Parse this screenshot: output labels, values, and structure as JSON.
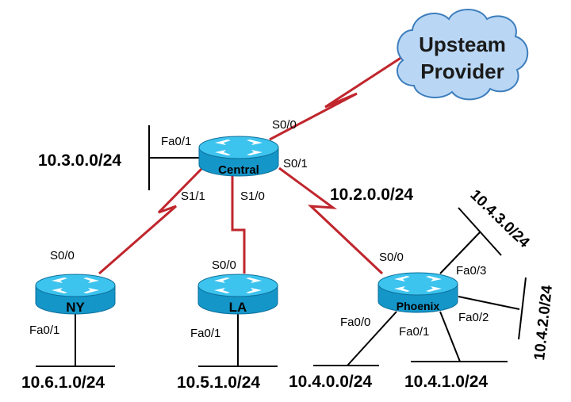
{
  "cloud": {
    "line1": "Upsteam",
    "line2": "Provider"
  },
  "routers": {
    "central": {
      "name": "Central",
      "ports": {
        "fa0_1": "Fa0/1",
        "s0_0": "S0/0",
        "s0_1": "S0/1",
        "s1_1": "S1/1",
        "s1_0": "S1/0"
      }
    },
    "ny": {
      "name": "NY",
      "ports": {
        "s0_0": "S0/0",
        "fa0_1": "Fa0/1"
      }
    },
    "la": {
      "name": "LA",
      "ports": {
        "s0_0": "S0/0",
        "fa0_1": "Fa0/1"
      }
    },
    "phoenix": {
      "name": "Phoenix",
      "ports": {
        "s0_0": "S0/0",
        "fa0_3": "Fa0/3",
        "fa0_2": "Fa0/2",
        "fa0_0": "Fa0/0",
        "fa0_1": "Fa0/1"
      }
    }
  },
  "networks": {
    "n_10_3": "10.3.0.0/24",
    "n_10_2": "10.2.0.0/24",
    "n_10_6": "10.6.1.0/24",
    "n_10_5": "10.5.1.0/24",
    "n_10_4_0": "10.4.0.0/24",
    "n_10_4_1": "10.4.1.0/24",
    "n_10_4_3": "10.4.3.0/24",
    "n_10_4_2": "10.4.2.0/24"
  },
  "colors": {
    "serial": "#c0262d",
    "ethernet": "#000000",
    "router_fill": "#1aa6d8",
    "router_top": "#3cc3ee",
    "cloud_fill": "#b9d7f5",
    "cloud_stroke": "#3d7ebd"
  }
}
